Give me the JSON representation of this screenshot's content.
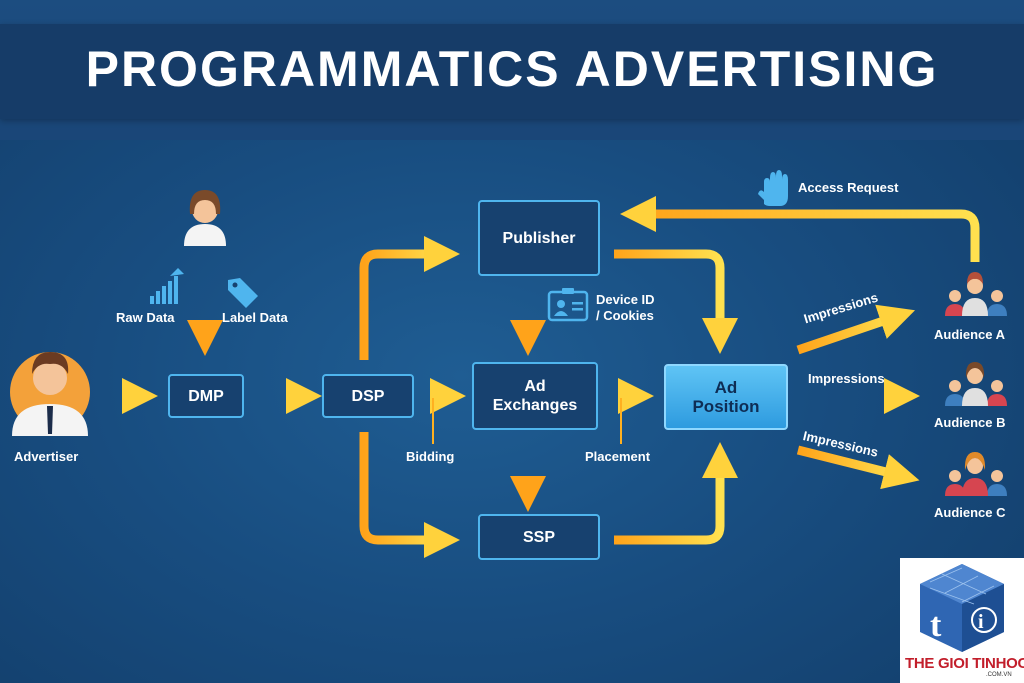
{
  "title": "PROGRAMMATICS ADVERTISING",
  "nodes": {
    "dmp": "DMP",
    "dsp": "DSP",
    "publisher": "Publisher",
    "ad_exchanges_line1": "Ad",
    "ad_exchanges_line2": "Exchanges",
    "ssp": "SSP",
    "ad_position_line1": "Ad",
    "ad_position_line2": "Position"
  },
  "labels": {
    "advertiser": "Advertiser",
    "raw_data": "Raw Data",
    "label_data": "Label Data",
    "bidding": "Bidding",
    "placement": "Placement",
    "device_id_line1": "Device ID",
    "device_id_line2": "/ Cookies",
    "access_request": "Access Request",
    "impressions_a": "Impressions",
    "impressions_b": "Impressions",
    "impressions_c": "Impressions",
    "audience_a": "Audience A",
    "audience_b": "Audience B",
    "audience_c": "Audience C"
  },
  "logo": {
    "brand": "THE GIOI TINHOC",
    "domain": ".COM.VN"
  },
  "colors": {
    "arrow_start": "#ffb020",
    "arrow_end": "#ffe45a",
    "node_border": "#4fb5ee",
    "background": "#184d80"
  }
}
